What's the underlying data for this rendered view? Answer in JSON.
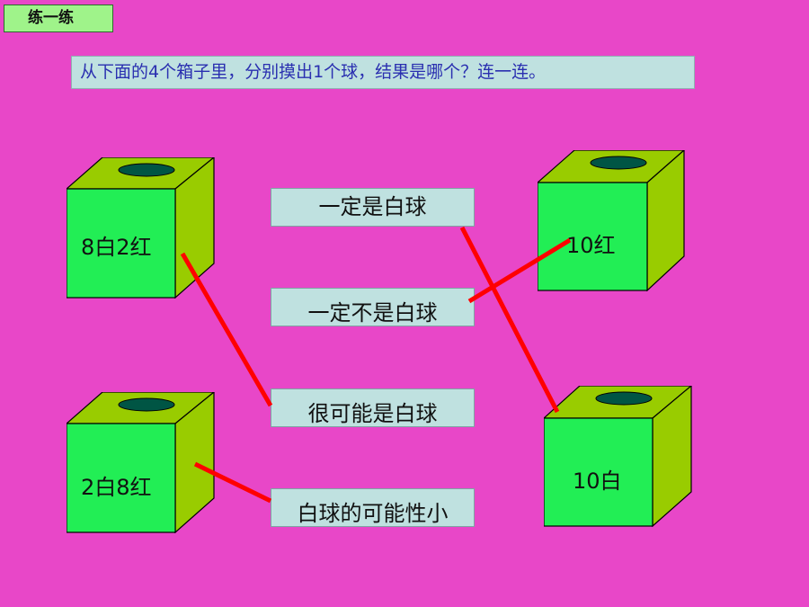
{
  "header": {
    "title": "练一练"
  },
  "question": {
    "text": "从下面的4个箱子里，分别摸出1个球，结果是哪个？连一连。"
  },
  "boxes": [
    {
      "id": "box-8w2r",
      "label": "8白2红"
    },
    {
      "id": "box-2w8r",
      "label": "2白8红"
    },
    {
      "id": "box-10r",
      "label": "10红"
    },
    {
      "id": "box-10w",
      "label": "10白"
    }
  ],
  "options": [
    {
      "id": "opt-certain-white",
      "label": "一定是白球"
    },
    {
      "id": "opt-certain-not-white",
      "label": "一定不是白球"
    },
    {
      "id": "opt-likely-white",
      "label": "很可能是白球"
    },
    {
      "id": "opt-white-unlikely",
      "label": "白球的可能性小"
    }
  ],
  "colors": {
    "background": "#e847c8",
    "box_front": "#22ee55",
    "box_side": "#99cc00",
    "box_hole": "#005544",
    "option_bg": "#bfe1e0",
    "connector": "#ff0000"
  }
}
